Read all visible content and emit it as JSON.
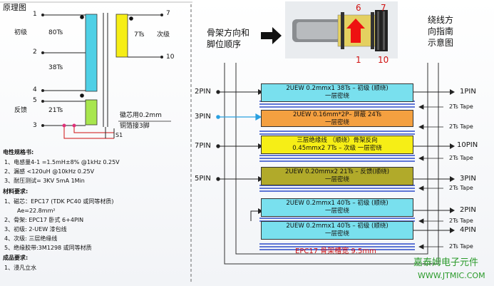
{
  "left": {
    "title": "原理图",
    "pins": [
      "1",
      "2",
      "4",
      "5",
      "3",
      "7",
      "10"
    ],
    "primary_label": "初级",
    "primary_turns_top": "80Ts",
    "primary_turns_bottom": "38Ts",
    "aux_label": "反馈",
    "aux_turns": "21Ts",
    "secondary_turns": "7Ts",
    "secondary_label": "次级",
    "shield_note_1": "徽芯用0.2mm",
    "shield_note_2": "铜箔接3脚",
    "shield_label": "S1"
  },
  "spec": {
    "title": "电性规格书:",
    "items": [
      "1、电感量4-1 =1.5mH±8% @1kHz 0.25V",
      "2、漏感 <120uH @10kHz 0.25V",
      "3、耐压测试= 3KV 5mA 1Min"
    ]
  },
  "materials": {
    "title": "材料要求:",
    "items": [
      "1、磁芯：EPC17 (TDK PC40 或同等材质)",
      "Ae=22.8mm²",
      "2、骨架: EPC17 卧式 6+4PIN",
      "3、初级: 2-UEW 漆包线",
      "4、次级: 三层绝缘线",
      "5、绝缘胶带:3M1298 或同等材质"
    ]
  },
  "finish": {
    "title": "成品要求:",
    "items": [
      "1、浸凡立水"
    ]
  },
  "right": {
    "direction_label_1": "骨架方向和",
    "direction_label_2": "脚位顺序",
    "guide_label_1": "绕线方",
    "guide_label_2": "向指南",
    "guide_label_3": "示意图",
    "photo_pins": [
      "6",
      "7",
      "1",
      "10"
    ],
    "left_pins": [
      "2PIN",
      "3PIN",
      "7PIN",
      "5PIN"
    ],
    "right_pins": [
      "1PIN",
      "10PIN",
      "3PIN",
      "2PIN",
      "4PIN"
    ],
    "tape_label": "2Ts Tape",
    "layers": [
      {
        "line1": "2UEW 0.2mmx1 38Ts – 初级 (顺绕)",
        "line2": "一层密绕",
        "color": "#79e0ee"
      },
      {
        "line1": "2UEW 0.16mm*2P– 屏蔽 24Ts",
        "line2": "一层密绕",
        "color": "#f4a040"
      },
      {
        "line1": "三层绝缘线 （顺绕）骨架反向",
        "line2": "0.45mmx2 7Ts – 次级 一层密绕",
        "color": "#f6ee16"
      },
      {
        "line1": "2UEW 0.20mmx2 21Ts – 反馈(顺绕)",
        "line2": "一层密绕",
        "color": "#b1aa2a"
      },
      {
        "line1": "2UEW 0.2mmx1 40Ts – 初级 (顺绕)",
        "line2": "一层密绕",
        "color": "#79e0ee"
      },
      {
        "line1": "2UEW 0.2mmx1 40Ts – 初级 (顺绕)",
        "line2": "一层密绕",
        "color": "#79e0ee"
      }
    ],
    "bobbin_label": "EPC17 骨架槽宽 9.5mm"
  },
  "watermark": {
    "name": "嘉泰姆电子元件",
    "url": "WWW.JTMIC.COM"
  }
}
